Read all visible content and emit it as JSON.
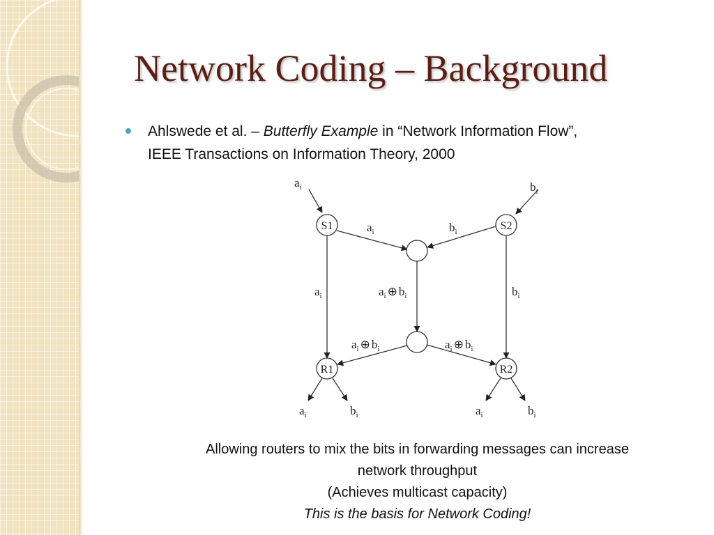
{
  "slide": {
    "title": "Network Coding – Background",
    "bullet": {
      "text_before": "Ahlswede et al. – ",
      "italic": "Butterfly Example",
      "text_after": " in “Network Information Flow”,",
      "line2": "IEEE Transactions on Information Theory, 2000"
    },
    "caption": {
      "line1": "Allowing routers to mix the bits in forwarding messages can increase",
      "line2": "network throughput",
      "line3": "(Achieves multicast capacity)",
      "line4": "This is the basis for Network Coding!"
    }
  },
  "diagram": {
    "nodes": {
      "s1": "S1",
      "s2": "S2",
      "r1": "R1",
      "r2": "R2"
    },
    "edge_labels": {
      "in_a": {
        "base": "a",
        "sub": "i"
      },
      "in_b": {
        "base": "b",
        "sub": "i"
      },
      "s1_mid": {
        "base": "a",
        "sub": "i"
      },
      "s2_mid": {
        "base": "b",
        "sub": "i"
      },
      "s1_r1": {
        "base": "a",
        "sub": "i"
      },
      "s2_r2": {
        "base": "b",
        "sub": "i"
      },
      "mid_down": {
        "base1": "a",
        "sub1": "i",
        "op": "⊕",
        "base2": "b",
        "sub2": "i"
      },
      "to_r1": {
        "base1": "a",
        "sub1": "i",
        "op": "⊕",
        "base2": "b",
        "sub2": "i"
      },
      "to_r2": {
        "base1": "a",
        "sub1": "i",
        "op": "⊕",
        "base2": "b",
        "sub2": "i"
      },
      "r1_out_a": {
        "base": "a",
        "sub": "i"
      },
      "r1_out_b": {
        "base": "b",
        "sub": "i"
      },
      "r2_out_a": {
        "base": "a",
        "sub": "i"
      },
      "r2_out_b": {
        "base": "b",
        "sub": "i"
      }
    }
  },
  "colors": {
    "title": "#5a1f14",
    "bullet": "#4aa6b8",
    "panel": "#f1e3bf"
  }
}
